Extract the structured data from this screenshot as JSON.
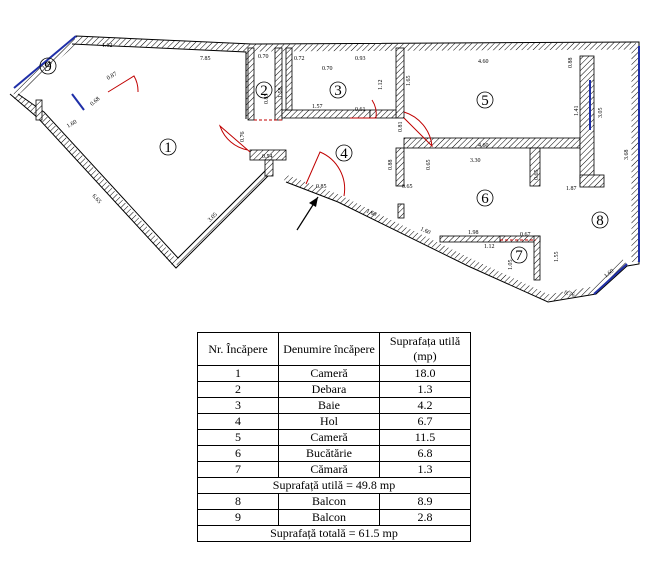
{
  "plan": {
    "rooms": [
      {
        "number": "1"
      },
      {
        "number": "2"
      },
      {
        "number": "3"
      },
      {
        "number": "4"
      },
      {
        "number": "5"
      },
      {
        "number": "6"
      },
      {
        "number": "7"
      },
      {
        "number": "8"
      },
      {
        "number": "9"
      }
    ],
    "dimensions": [
      "1.62",
      "7.85",
      "0.70",
      "0.72",
      "0.70",
      "0.93",
      "4.60",
      "0.88",
      "1.98",
      "0.87",
      "0.68",
      "1.60",
      "1.58",
      "1.12",
      "1.65",
      "1.57",
      "0.61",
      "0.85",
      "0.81",
      "4.60",
      "1.41",
      "3.05",
      "3.68",
      "0.76",
      "0.54",
      "0.85",
      "0.88",
      "0.65",
      "0.65",
      "3.30",
      "1.87",
      "0.65",
      "3.05",
      "1.60",
      "1.60",
      "1.98",
      "1.12",
      "0.67",
      "1.05",
      "1.55",
      "1.60",
      "0.76",
      "6.65"
    ]
  },
  "table": {
    "headers": [
      "Nr. Încăpere",
      "Denumire încăpere",
      "Suprafața utilă (mp)"
    ],
    "rows": [
      [
        "1",
        "Cameră",
        "18.0"
      ],
      [
        "2",
        "Debara",
        "1.3"
      ],
      [
        "3",
        "Baie",
        "4.2"
      ],
      [
        "4",
        "Hol",
        "6.7"
      ],
      [
        "5",
        "Cameră",
        "11.5"
      ],
      [
        "6",
        "Bucătărie",
        "6.8"
      ],
      [
        "7",
        "Cămară",
        "1.3"
      ]
    ],
    "subtotal": "Suprafață utilă = 49.8 mp",
    "balcony_rows": [
      [
        "8",
        "Balcon",
        "8.9"
      ],
      [
        "9",
        "Balcon",
        "2.8"
      ]
    ],
    "total": "Suprafață totală = 61.5 mp"
  }
}
